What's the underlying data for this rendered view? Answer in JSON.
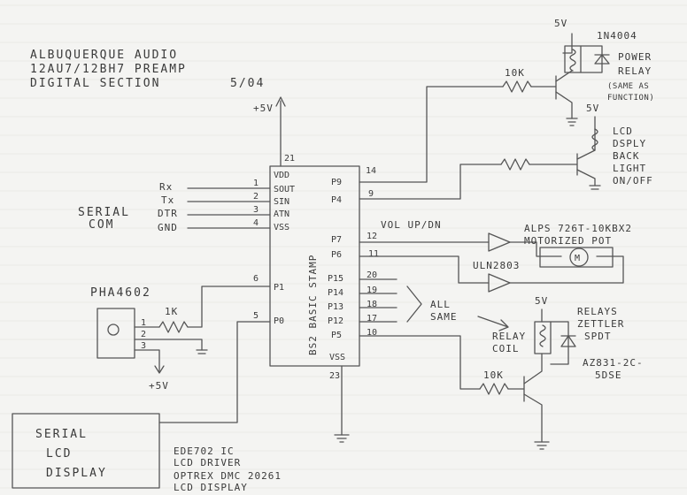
{
  "title": {
    "line1": "ALBUQUERQUE AUDIO",
    "line2": "12AU7/12BH7 PREAMP",
    "line3": "DIGITAL SECTION",
    "date": "5/04"
  },
  "chip": {
    "name": "BS2 BASIC STAMP",
    "pins_left": [
      {
        "num": "21",
        "label": "VDD"
      },
      {
        "num": "1",
        "label": "SOUT"
      },
      {
        "num": "2",
        "label": "SIN"
      },
      {
        "num": "3",
        "label": "ATN"
      },
      {
        "num": "4",
        "label": "VSS"
      },
      {
        "num": "6",
        "label": "P1"
      },
      {
        "num": "5",
        "label": "P0"
      }
    ],
    "pins_right": [
      {
        "num": "14",
        "label": "P9"
      },
      {
        "num": "9",
        "label": "P4"
      },
      {
        "num": "12",
        "label": "P7"
      },
      {
        "num": "11",
        "label": "P6"
      },
      {
        "num": "20",
        "label": "P15"
      },
      {
        "num": "19",
        "label": "P14"
      },
      {
        "num": "18",
        "label": "P13"
      },
      {
        "num": "17",
        "label": "P12"
      },
      {
        "num": "10",
        "label": "P5"
      }
    ],
    "vss_label": "VSS",
    "vss_pin": "23",
    "supply": "+5V"
  },
  "serial": {
    "title1": "SERIAL",
    "title2": "COM",
    "signals": [
      "Rx",
      "Tx",
      "DTR",
      "GND"
    ]
  },
  "pot": {
    "part": "PHA4602",
    "resistor": "1K",
    "pins": [
      "1",
      "2",
      "3"
    ],
    "supply": "+5V"
  },
  "lcd": {
    "line1": "SERIAL",
    "line2": "LCD",
    "line3": "DISPLAY",
    "driver1": "EDE702 IC",
    "driver2": "LCD DRIVER",
    "display1": "OPTREX DMC 20261",
    "display2": "LCD DISPLAY"
  },
  "power_relay": {
    "supply": "5V",
    "diode": "1N4004",
    "label1": "POWER",
    "label2": "RELAY",
    "note1": "(SAME AS",
    "note2": "FUNCTION)",
    "resistor": "10K"
  },
  "backlight": {
    "supply": "5V",
    "line1": "LCD",
    "line2": "DSPLY",
    "line3": "BACK",
    "line4": "LIGHT",
    "line5": "ON/OFF"
  },
  "motor": {
    "volume_label": "VOL UP/DN",
    "pot_label1": "ALPS 726T-10KBX2",
    "pot_label2": "MOTORIZED POT",
    "driver": "ULN2803",
    "motor_symbol": "M"
  },
  "relays": {
    "all_same1": "ALL",
    "all_same2": "SAME",
    "coil1": "RELAY",
    "coil2": "COIL",
    "supply": "5V",
    "label1": "RELAYS",
    "label2": "ZETTLER",
    "label3": "SPDT",
    "part1": "AZ831-2C-",
    "part2": "5DSE",
    "resistor": "10K"
  }
}
